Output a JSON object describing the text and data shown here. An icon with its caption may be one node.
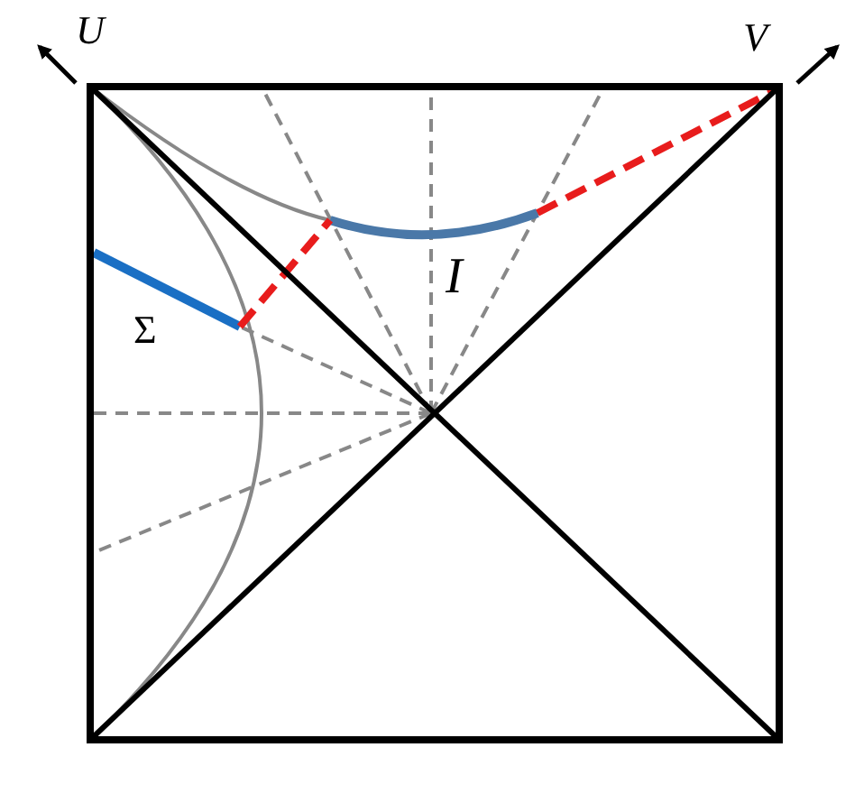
{
  "diagram": {
    "labels": [
      "U",
      "V",
      "Σ",
      "I"
    ]
  }
}
